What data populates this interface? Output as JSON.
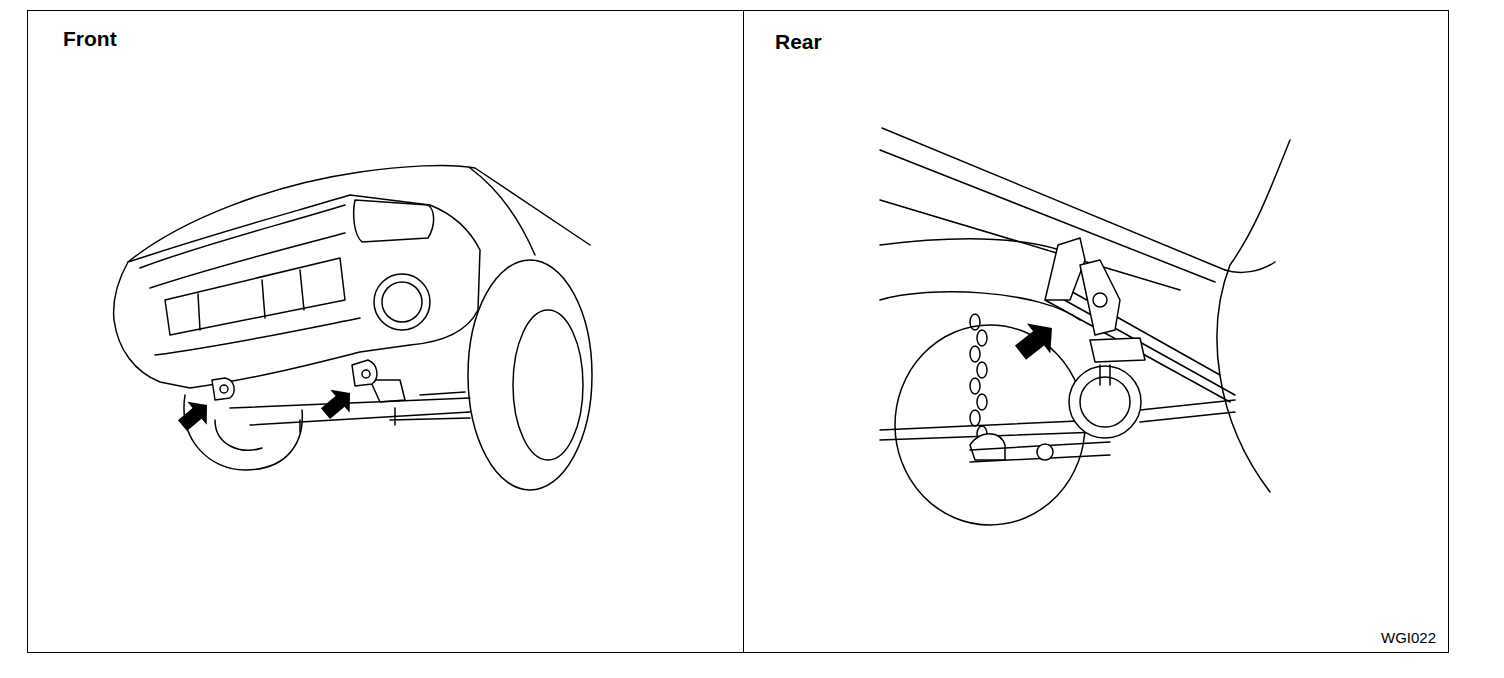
{
  "diagram": {
    "nodes": [
      {
        "text": [
          "Front"
        ]
      },
      {
        "text": [
          "Rear",
          "WGI022"
        ]
      }
    ]
  }
}
